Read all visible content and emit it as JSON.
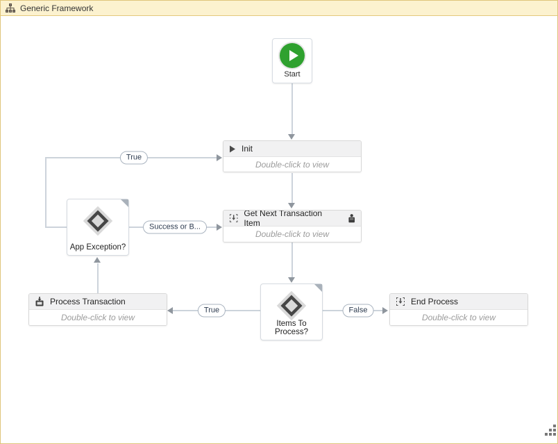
{
  "titlebar": {
    "title": "Generic Framework"
  },
  "nodes": {
    "start": {
      "label": "Start"
    },
    "init": {
      "title": "Init",
      "subtitle": "Double-click to view"
    },
    "get_next_transaction_item": {
      "title": "Get Next Transaction Item",
      "subtitle": "Double-click to view"
    },
    "app_exception": {
      "label": "App Exception?"
    },
    "items_to_process": {
      "label": "Items To Process?"
    },
    "process_transaction": {
      "title": "Process Transaction",
      "subtitle": "Double-click to view"
    },
    "end_process": {
      "title": "End Process",
      "subtitle": "Double-click to view"
    }
  },
  "connectors": {
    "app_exception_to_init": "True",
    "app_exception_to_get_next": "Success or B...",
    "items_to_process_to_process_transaction": "True",
    "items_to_process_to_end_process": "False"
  },
  "colors": {
    "titlebar_bg": "#fcf2cf",
    "titlebar_border": "#e3c87c",
    "start_green": "#2fa12f",
    "connector_line": "#ccd3db",
    "connector_arrow": "#8f969e",
    "node_header_bg": "#f1f1f2",
    "muted_text": "#9b9b9b"
  },
  "icons": {
    "titlebar": "flowchart-icon",
    "init": "play-icon",
    "invoke_workflow": "invoke-workflow-icon",
    "get_next_right": "marker-icon",
    "process_transaction": "import-icon"
  }
}
